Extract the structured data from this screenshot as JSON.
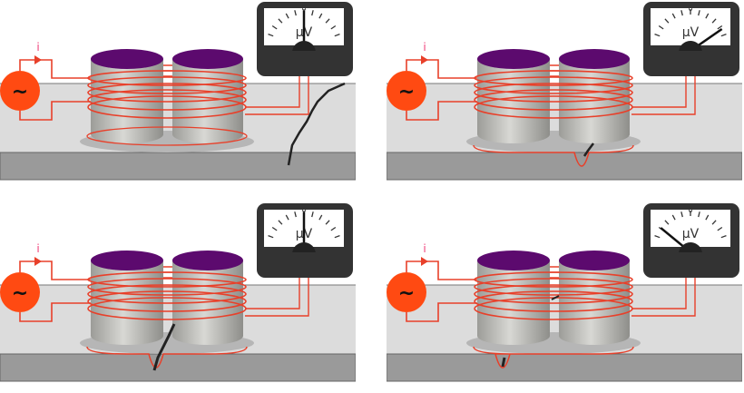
{
  "labels": {
    "current": "i",
    "source": "~",
    "zero": "0",
    "unit": "μV"
  },
  "colors": {
    "source": "#ff4a12",
    "wire": "#e8402a",
    "cap": "#5c0a6e",
    "meter": "#333333",
    "crack": "#222222"
  },
  "panels": [
    {
      "id": "surface-crack",
      "needle_deg": 0,
      "crack": "surface",
      "eddy_dip": false
    },
    {
      "id": "subsurface-right",
      "needle_deg": 60,
      "crack": "right",
      "eddy_dip": true
    },
    {
      "id": "centered-crack",
      "needle_deg": 0,
      "crack": "center",
      "eddy_dip": true
    },
    {
      "id": "subsurface-left",
      "needle_deg": -55,
      "crack": "left",
      "eddy_dip": true
    }
  ]
}
